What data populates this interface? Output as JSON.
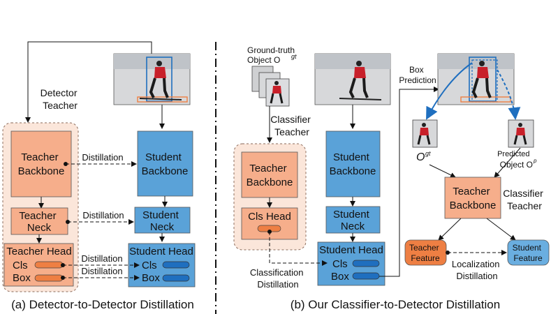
{
  "left": {
    "detector_teacher": [
      "Detector",
      "Teacher"
    ],
    "teacher_backbone": [
      "Teacher",
      "Backbone"
    ],
    "student_backbone": [
      "Student",
      "Backbone"
    ],
    "teacher_neck": [
      "Teacher",
      "Neck"
    ],
    "student_neck": [
      "Student",
      "Neck"
    ],
    "teacher_head": "Teacher Head",
    "student_head": "Student Head",
    "cls": "Cls",
    "box": "Box",
    "distillation": "Distillation",
    "caption": "(a) Detector-to-Detector Distillation"
  },
  "right": {
    "ground_truth": [
      "Ground-truth",
      "Object O"
    ],
    "gt_sup": "gt",
    "classifier_teacher": [
      "Classifier",
      "Teacher"
    ],
    "teacher_backbone": [
      "Teacher",
      "Backbone"
    ],
    "cls_head": "Cls Head",
    "student_backbone": [
      "Student",
      "Backbone"
    ],
    "student_neck": [
      "Student",
      "Neck"
    ],
    "student_head": "Student Head",
    "cls": "Cls",
    "box": "Box",
    "classification_distillation": [
      "Classification",
      "Distillation"
    ],
    "box_prediction": [
      "Box",
      "Prediction"
    ],
    "o_gt": "O",
    "o_gt_sup": "gt",
    "predicted_object": [
      "Predicted",
      "Object O"
    ],
    "p_sup": "p",
    "teacher_backbone2": [
      "Teacher",
      "Backbone"
    ],
    "classifier_teacher2": [
      "Classifier",
      "Teacher"
    ],
    "teacher_feature": [
      "Teacher",
      "Feature"
    ],
    "student_feature": [
      "Student",
      "Feature"
    ],
    "localization_distillation": [
      "Localization",
      "Distillation"
    ],
    "caption": "(b) Our Classifier-to-Detector Distillation"
  },
  "colors": {
    "teacher_orange": "#f6ae8b",
    "teacher_region": "#fbe6da",
    "student_blue": "#5aa2d8",
    "bar_orange": "#ee7f43",
    "bar_blue": "#1f6fbf",
    "teacher_feature": "#ee7f43",
    "student_feature": "#6aaee0"
  }
}
